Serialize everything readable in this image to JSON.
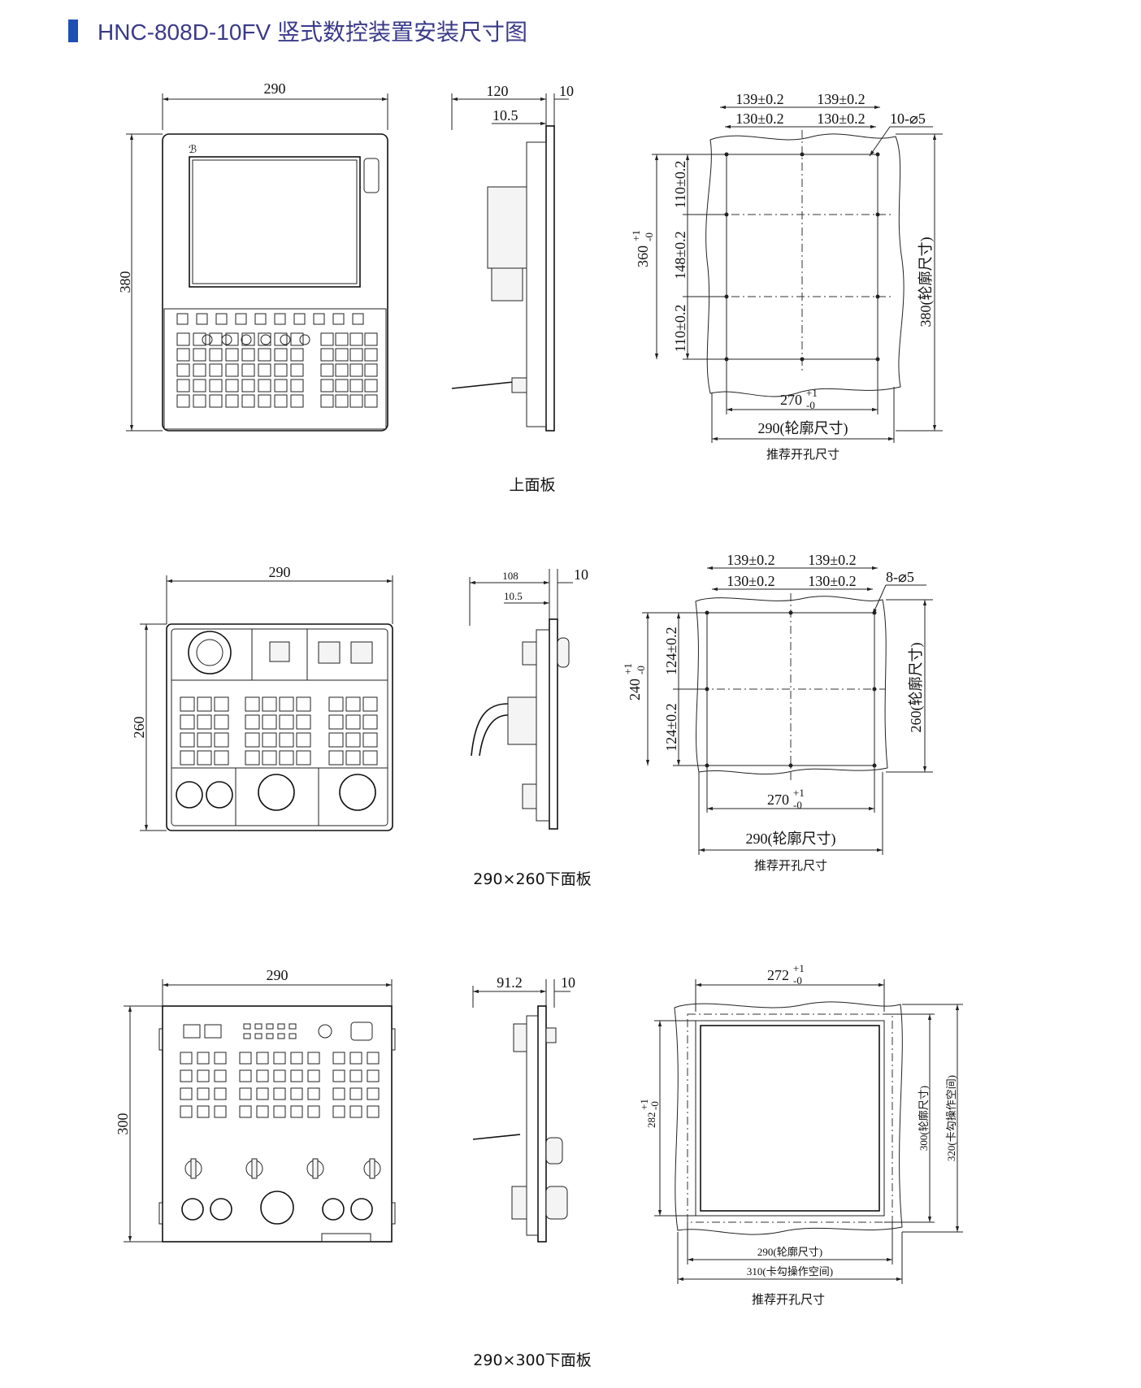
{
  "header": {
    "title": "HNC-808D-10FV 竖式数控装置安装尺寸图",
    "accent_color": "#1f4fb4"
  },
  "upper_panel": {
    "caption": "上面板",
    "front_width": "290",
    "front_height": "380",
    "side_depth": "120",
    "side_flange": "10",
    "side_step": "10.5",
    "cutout_pitch_top_1": "139±0.2",
    "cutout_pitch_top_2": "139±0.2",
    "cutout_pitch_inner_1": "130±0.2",
    "cutout_pitch_inner_2": "130±0.2",
    "cutout_holes": "10-⌀5",
    "cutout_v_1": "110±0.2",
    "cutout_v_2": "148±0.2",
    "cutout_v_3": "110±0.2",
    "cutout_height_base": "360",
    "cutout_height_tol_upper": "+1",
    "cutout_height_tol_lower": "-0",
    "outline_height": "380(轮廓尺寸)",
    "cutout_width_base": "270",
    "cutout_width_tol_upper": "+1",
    "cutout_width_tol_lower": "-0",
    "outline_width": "290(轮廓尺寸)",
    "cutout_note": "推荐开孔尺寸"
  },
  "lower_panel_260": {
    "caption": "290×260下面板",
    "front_width": "290",
    "front_height": "260",
    "side_depth": "108",
    "side_flange": "10",
    "side_step": "10.5",
    "cutout_pitch_top_1": "139±0.2",
    "cutout_pitch_top_2": "139±0.2",
    "cutout_pitch_inner_1": "130±0.2",
    "cutout_pitch_inner_2": "130±0.2",
    "cutout_holes": "8-⌀5",
    "cutout_v_1": "124±0.2",
    "cutout_v_2": "124±0.2",
    "cutout_height_base": "240",
    "cutout_height_tol_upper": "+1",
    "cutout_height_tol_lower": "-0",
    "outline_height": "260(轮廓尺寸)",
    "cutout_width_base": "270",
    "cutout_width_tol_upper": "+1",
    "cutout_width_tol_lower": "-0",
    "outline_width": "290(轮廓尺寸)",
    "cutout_note": "推荐开孔尺寸"
  },
  "lower_panel_300": {
    "caption": "290×300下面板",
    "front_width": "290",
    "front_height": "300",
    "side_depth": "91.2",
    "side_flange": "10",
    "cutout_width_base": "272",
    "cutout_width_tol_upper": "+1",
    "cutout_width_tol_lower": "-0",
    "cutout_height_base": "282",
    "cutout_height_tol_upper": "+1",
    "cutout_height_tol_lower": "-0",
    "outline_height": "300(轮廓尺寸)",
    "hook_height": "320(卡勾操作空间)",
    "outline_width": "290(轮廓尺寸)",
    "hook_width": "310(卡勾操作空间)",
    "cutout_note": "推荐开孔尺寸"
  }
}
